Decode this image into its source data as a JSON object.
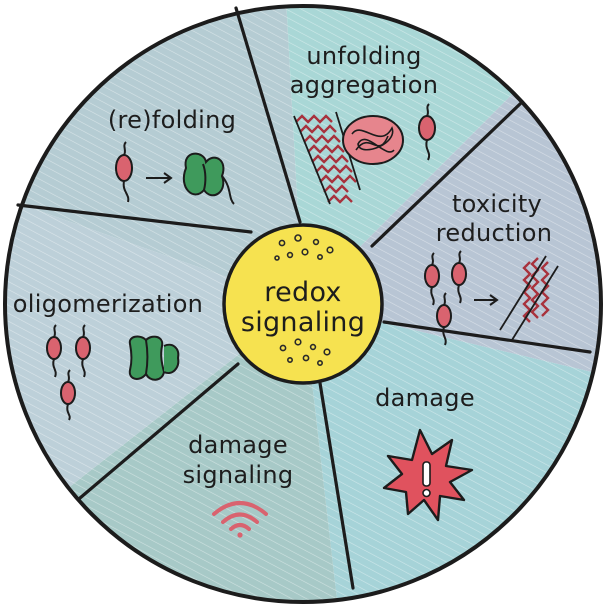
{
  "center": {
    "label_line1": "redox",
    "label_line2": "signaling",
    "fill": "#f6e250"
  },
  "segments": [
    {
      "id": "refolding",
      "line1": "(re)folding",
      "line2": "",
      "fill": "#b5ccd3"
    },
    {
      "id": "unfolding",
      "line1": "unfolding",
      "line2": "aggregation",
      "fill": "#a9d7d6"
    },
    {
      "id": "toxicity",
      "line1": "toxicity",
      "line2": "reduction",
      "fill": "#b8c5d4"
    },
    {
      "id": "damage",
      "line1": "damage",
      "line2": "",
      "fill": "#a6d3d8"
    },
    {
      "id": "damage-signaling",
      "line1": "damage",
      "line2": "signaling",
      "fill": "#a7c9c7"
    },
    {
      "id": "oligomerization",
      "line1": "oligomerization",
      "line2": "",
      "fill": "#bdd0d9"
    }
  ],
  "icons": {
    "protein_red": "#d9636f",
    "protein_green": "#3f9a5c",
    "fibril": "#a8323d",
    "alert": "#e0525e",
    "outline": "#1c1c1c"
  }
}
